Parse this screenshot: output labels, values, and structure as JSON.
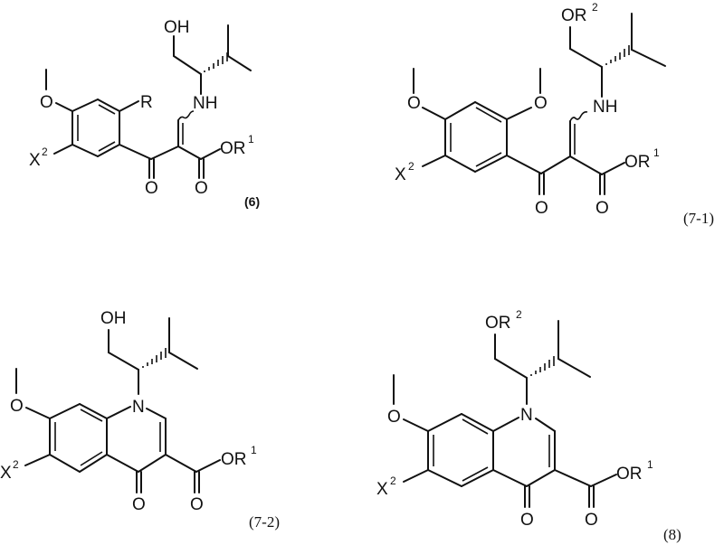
{
  "figure": {
    "background": "#ffffff",
    "ink_color": "#111111"
  },
  "compounds": [
    {
      "id": "6",
      "label": "(6)",
      "atoms": {
        "hydroxyl": "OH",
        "amine": "NH",
        "ring_substituent": "R",
        "methoxy_o": "O",
        "halide": "X",
        "halide_sup": "2",
        "ketone_o": "O",
        "ester_o": "O",
        "ester_or": "OR",
        "ester_sup": "1"
      }
    },
    {
      "id": "7-1",
      "label": "(7-1)",
      "atoms": {
        "ether": "OR",
        "ether_sup": "2",
        "amine": "NH",
        "methoxy_o_left": "O",
        "methoxy_o_right": "O",
        "halide": "X",
        "halide_sup": "2",
        "ketone_o": "O",
        "ester_o": "O",
        "ester_or": "OR",
        "ester_sup": "1"
      }
    },
    {
      "id": "7-2",
      "label": "(7-2)",
      "atoms": {
        "hydroxyl": "OH",
        "ring_n": "N",
        "methoxy_o": "O",
        "halide": "X",
        "halide_sup": "2",
        "ketone_o": "O",
        "ester_o": "O",
        "ester_or": "OR",
        "ester_sup": "1"
      }
    },
    {
      "id": "8",
      "label": "(8)",
      "atoms": {
        "ether": "OR",
        "ether_sup": "2",
        "ring_n": "N",
        "methoxy_o": "O",
        "halide": "X",
        "halide_sup": "2",
        "ketone_o": "O",
        "ester_o": "O",
        "ester_or": "OR",
        "ester_sup": "1"
      }
    }
  ]
}
